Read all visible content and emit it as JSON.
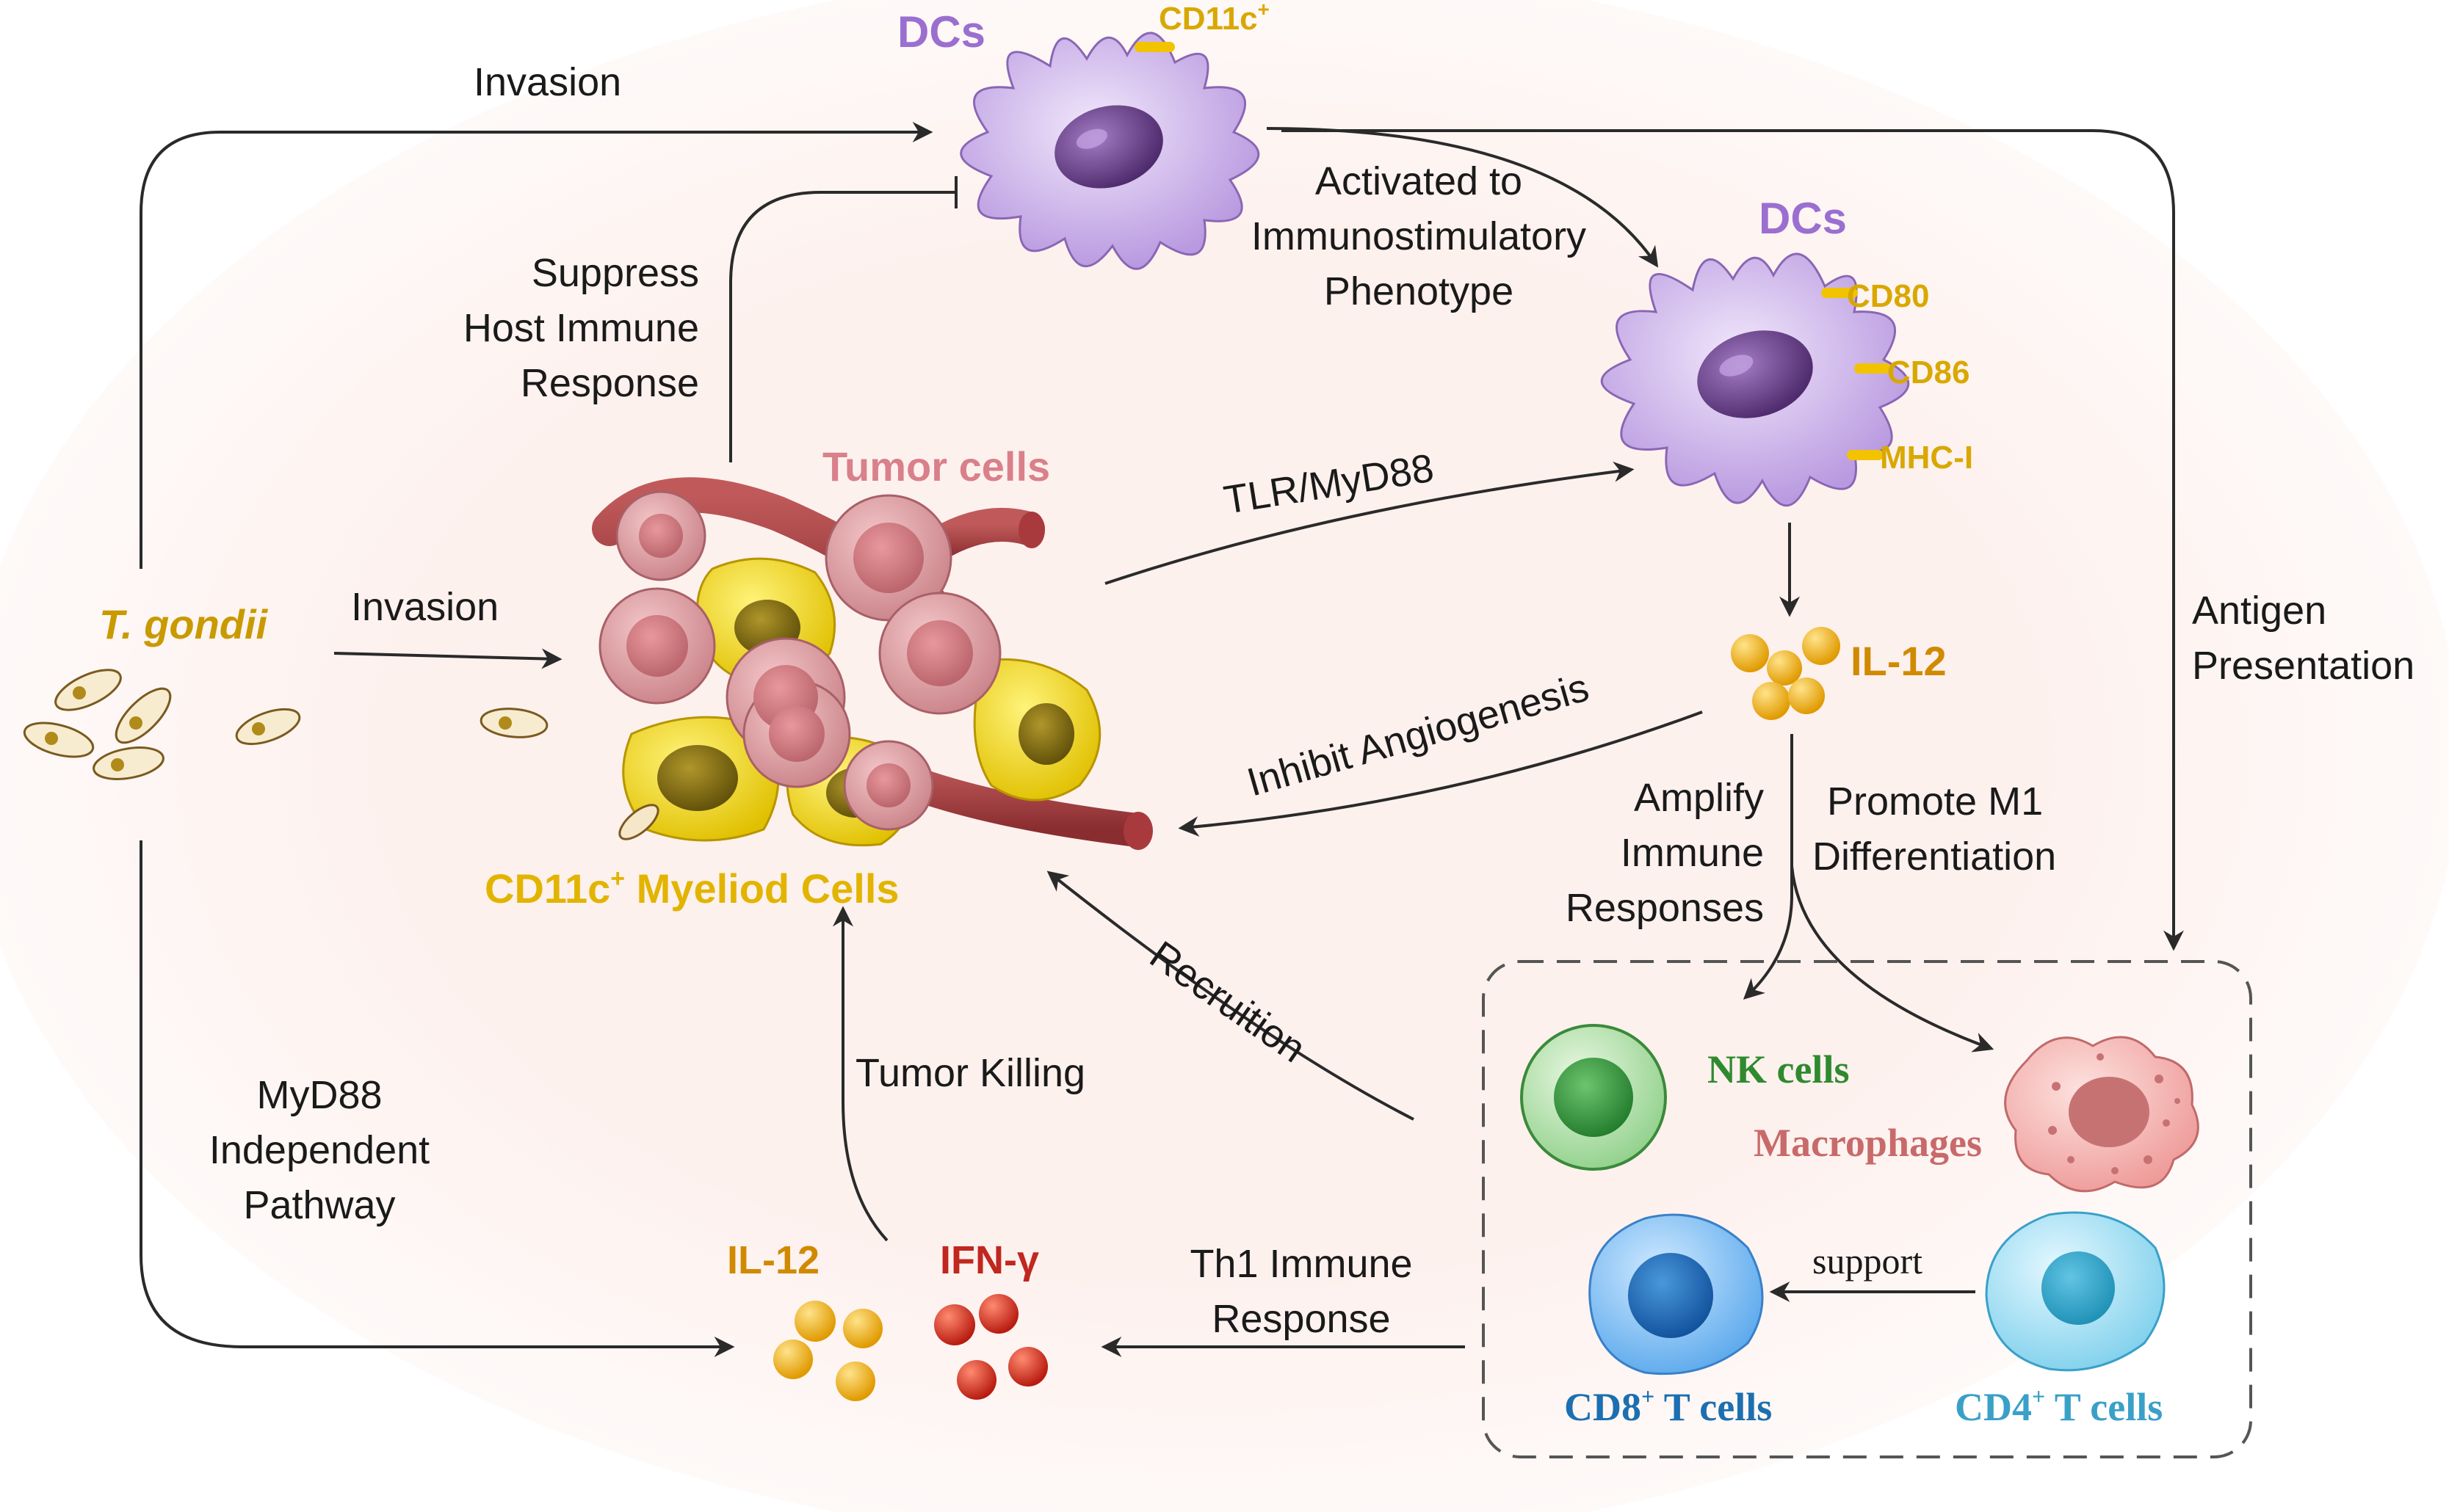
{
  "colors": {
    "dc": "#9b6fd0",
    "marker": "#d9a800",
    "tumor_title": "#d9808a",
    "myeloid": "#e2b400",
    "tgondii": "#c99a00",
    "il12": "#d08a00",
    "ifn": "#c0271f",
    "nk": "#2f8a2f",
    "macro": "#c86a6a",
    "cd8": "#1c6fb0",
    "cd4": "#3aa0c8",
    "arrow": "#2a2a2a"
  },
  "cells": {
    "dc_top": "DCs",
    "dc_top_marker": "CD11c",
    "dc_top_marker_sup": "+",
    "dc_right": "DCs",
    "dc_right_markers": [
      "CD80",
      "CD86",
      "MHC-I"
    ],
    "tumor": "Tumor cells",
    "myeloid": "CD11c",
    "myeloid_sup": "+",
    "myeloid_rest": " Myeliod Cells",
    "tgondii": "T. gondii",
    "il12_right": "IL-12",
    "il12_bottom": "IL-12",
    "ifn": "IFN-γ",
    "nk": "NK cells",
    "macro": "Macrophages",
    "cd8": "CD8",
    "cd8_sup": "+",
    "cd8_rest": " T cells",
    "cd4": "CD4",
    "cd4_sup": "+",
    "cd4_rest": " T cells"
  },
  "labels": {
    "invasion_top": "Invasion",
    "invasion_mid": "Invasion",
    "suppress": [
      "Suppress",
      "Host Immune",
      "Response"
    ],
    "activated": [
      "Activated to",
      "Immunostimulatory",
      "Phenotype"
    ],
    "tlr": "TLR/MyD88",
    "antigen": [
      "Antigen",
      "Presentation"
    ],
    "inhibit": "Inhibit Angiogenesis",
    "amplify": [
      "Amplify",
      "Immune",
      "Responses"
    ],
    "promote": [
      "Promote M1",
      "Differentiation"
    ],
    "recruition": "Recruition",
    "tumor_killing": "Tumor Killing",
    "myd88_indep": [
      "MyD88",
      "Independent",
      "Pathway"
    ],
    "th1": [
      "Th1 Immune",
      "Response"
    ],
    "support": "support"
  }
}
